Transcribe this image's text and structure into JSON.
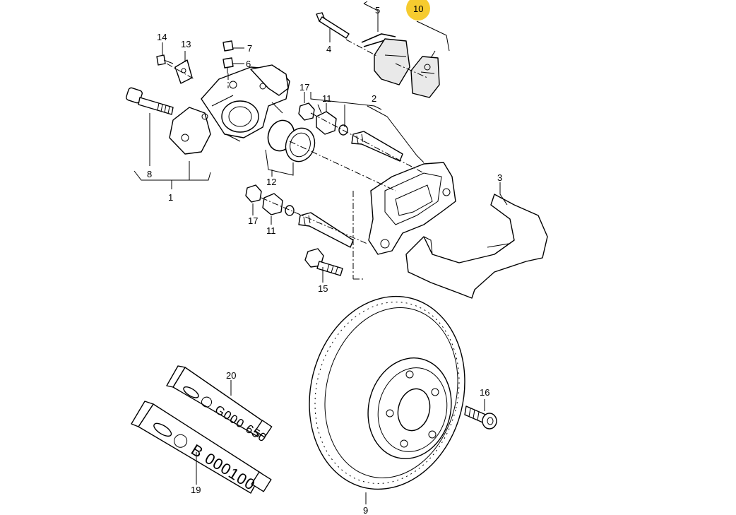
{
  "diagram": {
    "labels": [
      "1",
      "2",
      "3",
      "4",
      "5",
      "6",
      "7",
      "8",
      "9",
      "10",
      "11",
      "11",
      "12",
      "13",
      "14",
      "15",
      "16",
      "17",
      "17",
      "19",
      "20"
    ],
    "highlight": {
      "label": "10",
      "color": "#f5c518"
    },
    "tubes": {
      "upper_code": "G000 650",
      "lower_code": "B 000100"
    }
  }
}
